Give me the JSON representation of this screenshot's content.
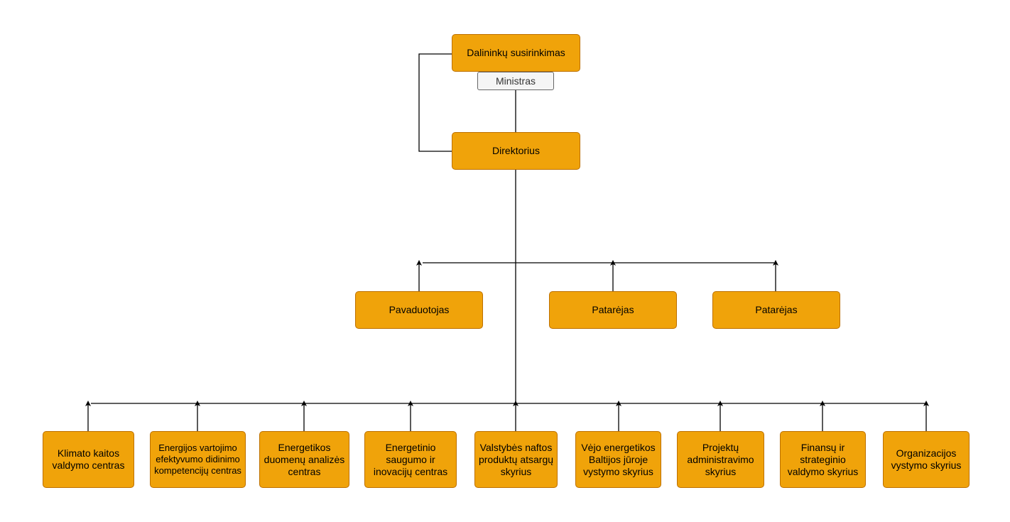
{
  "nodes": {
    "shareholders": "Dalininkų susirinkimas",
    "minister": "Ministras",
    "director": "Direktorius",
    "deputy": "Pavaduotojas",
    "advisor_1": "Patarėjas",
    "advisor_2": "Patarėjas",
    "departments": [
      "Klimato kaitos valdymo centras",
      "Energijos vartojimo efektyvumo didinimo kompetencijų centras",
      "Energetikos duomenų analizės centras",
      "Energetinio saugumo ir inovacijų centras",
      "Valstybės naftos produktų atsargų skyrius",
      "Vėjo energetikos Baltijos jūroje vystymo skyrius",
      "Projektų administravimo skyrius",
      "Finansų ir strateginio valdymo skyrius",
      "Organizacijos vystymo skyrius"
    ]
  },
  "colors": {
    "box_fill": "#f0a30a",
    "box_border": "#bd7000",
    "label_fill": "#f5f5f5",
    "line": "#000000"
  }
}
